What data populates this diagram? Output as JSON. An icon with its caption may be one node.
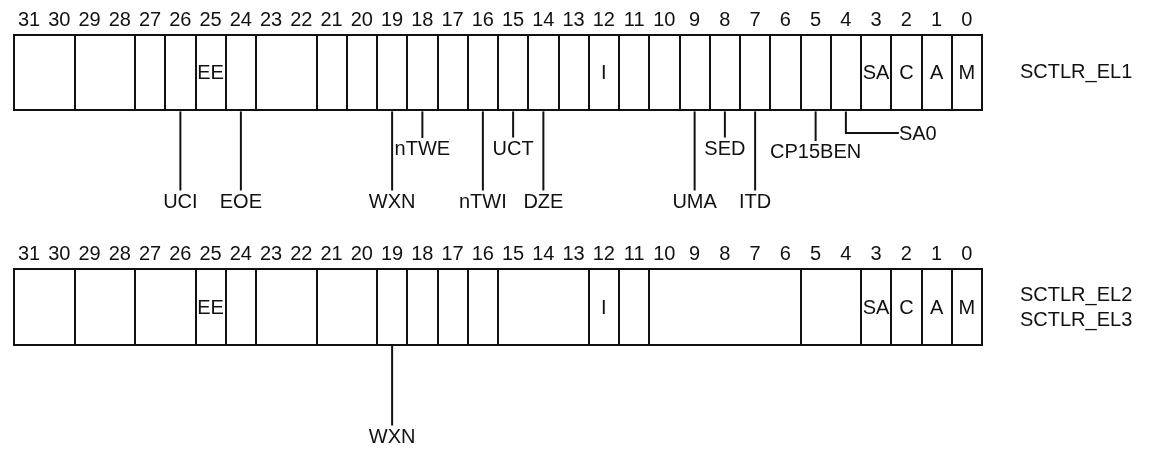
{
  "diagram": {
    "nodes": [
      {
        "text": [],
        "shape": "box"
      },
      {
        "text": [],
        "shape": "box"
      },
      {
        "text": [],
        "shape": "box"
      },
      {
        "text": [],
        "shape": "box"
      },
      {
        "text": [
          "EE"
        ]
      },
      {
        "text": [],
        "shape": "box"
      },
      {
        "text": [],
        "shape": "box"
      },
      {
        "text": [],
        "shape": "box"
      },
      {
        "text": [],
        "shape": "box"
      },
      {
        "text": [],
        "shape": "box"
      },
      {
        "text": [],
        "shape": "box"
      },
      {
        "text": [],
        "shape": "box"
      },
      {
        "text": [],
        "shape": "box"
      },
      {
        "text": [],
        "shape": "box"
      },
      {
        "text": [],
        "shape": "box"
      },
      {
        "text": [],
        "shape": "box"
      },
      {
        "text": [
          "I"
        ]
      },
      {
        "text": [],
        "shape": "box"
      },
      {
        "text": [],
        "shape": "box"
      },
      {
        "text": [],
        "shape": "box"
      },
      {
        "text": [],
        "shape": "box"
      },
      {
        "text": [],
        "shape": "box"
      },
      {
        "text": [],
        "shape": "box"
      },
      {
        "text": [],
        "shape": "box"
      },
      {
        "text": [],
        "shape": "box"
      },
      {
        "text": [
          "SA"
        ]
      },
      {
        "text": [
          "C"
        ]
      },
      {
        "text": [
          "A"
        ]
      },
      {
        "text": [
          "M"
        ]
      },
      {
        "text": [
          "nTWE"
        ]
      },
      {
        "text": [
          "UCT"
        ]
      },
      {
        "text": [
          "SED"
        ]
      },
      {
        "text": [
          "CP15BEN"
        ]
      },
      {
        "text": [
          "SA0"
        ]
      },
      {
        "text": [
          "UCI"
        ]
      },
      {
        "text": [
          "EOE"
        ]
      },
      {
        "text": [
          "WXN"
        ]
      },
      {
        "text": [
          "nTWI"
        ]
      },
      {
        "text": [
          "DZE"
        ]
      },
      {
        "text": [
          "UMA"
        ]
      },
      {
        "text": [
          "ITD"
        ]
      },
      {
        "text": [],
        "shape": "box"
      },
      {
        "text": [],
        "shape": "box"
      },
      {
        "text": [],
        "shape": "box"
      },
      {
        "text": [
          "EE"
        ]
      },
      {
        "text": [],
        "shape": "box"
      },
      {
        "text": [],
        "shape": "box"
      },
      {
        "text": [],
        "shape": "box"
      },
      {
        "text": [],
        "shape": "box"
      },
      {
        "text": [],
        "shape": "box"
      },
      {
        "text": [],
        "shape": "box"
      },
      {
        "text": [],
        "shape": "box"
      },
      {
        "text": [],
        "shape": "box"
      },
      {
        "text": [
          "I"
        ]
      },
      {
        "text": [],
        "shape": "box"
      },
      {
        "text": [],
        "shape": "box"
      },
      {
        "text": [],
        "shape": "box"
      },
      {
        "text": [
          "SA"
        ]
      },
      {
        "text": [
          "C"
        ]
      },
      {
        "text": [
          "A"
        ]
      },
      {
        "text": [
          "M"
        ]
      },
      {
        "text": [
          "WXN"
        ]
      }
    ],
    "edges": [
      {
        "from": 29,
        "to": 10,
        "arrow": "none"
      },
      {
        "from": 30,
        "to": 13,
        "arrow": "none"
      },
      {
        "from": 31,
        "to": 20,
        "arrow": "none"
      },
      {
        "from": 32,
        "to": 23,
        "arrow": "none"
      },
      {
        "from": 33,
        "to": 24,
        "arrow": "none"
      },
      {
        "from": 34,
        "to": 3,
        "arrow": "none"
      },
      {
        "from": 35,
        "to": 5,
        "arrow": "none"
      },
      {
        "from": 36,
        "to": 9,
        "arrow": "none"
      },
      {
        "from": 37,
        "to": 12,
        "arrow": "none"
      },
      {
        "from": 38,
        "to": 14,
        "arrow": "none"
      },
      {
        "from": 39,
        "to": 19,
        "arrow": "none"
      },
      {
        "from": 40,
        "to": 21,
        "arrow": "none"
      },
      {
        "from": 61,
        "to": 48,
        "arrow": "none"
      }
    ],
    "labels": [
      "31",
      "30",
      "29",
      "28",
      "27",
      "26",
      "25",
      "24",
      "23",
      "22",
      "21",
      "20",
      "19",
      "18",
      "17",
      "16",
      "15",
      "14",
      "13",
      "12",
      "11",
      "10",
      "9",
      "8",
      "7",
      "6",
      "5",
      "4",
      "3",
      "2",
      "1",
      "0",
      "SCTLR_EL1",
      "31",
      "30",
      "29",
      "28",
      "27",
      "26",
      "25",
      "24",
      "23",
      "22",
      "21",
      "20",
      "19",
      "18",
      "17",
      "16",
      "15",
      "14",
      "13",
      "12",
      "11",
      "10",
      "9",
      "8",
      "7",
      "6",
      "5",
      "4",
      "3",
      "2",
      "1",
      "0",
      "SCTLR_EL2",
      "SCTLR_EL3"
    ]
  }
}
